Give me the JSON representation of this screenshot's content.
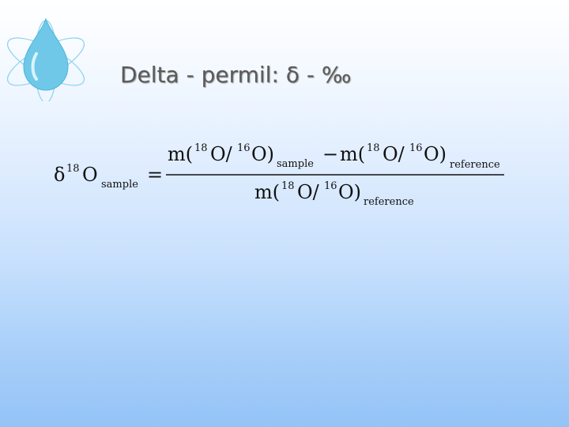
{
  "slide": {
    "title": "Delta - permil: δ - ‰"
  },
  "formula": {
    "lhs_delta": "δ",
    "lhs_mass": "18",
    "lhs_element": "O",
    "lhs_sub": "sample",
    "equals": "=",
    "numerator": {
      "term1_open": "m(",
      "term1_mass_a": "18",
      "term1_elem_a": "O/",
      "term1_mass_b": "16",
      "term1_close": "O)",
      "term1_sub": "sample",
      "minus": "−",
      "term2_open": "m(",
      "term2_mass_a": "18",
      "term2_elem_a": "O/",
      "term2_mass_b": "16",
      "term2_close": "O)",
      "term2_sub": "reference"
    },
    "denominator": {
      "open": "m(",
      "mass_a": "18",
      "elem_a": "O/",
      "mass_b": "16",
      "close": "O)",
      "sub": "reference"
    }
  },
  "colors": {
    "drop_fill": "#6fc8e8",
    "orbit_stroke": "#8fd3ef"
  }
}
